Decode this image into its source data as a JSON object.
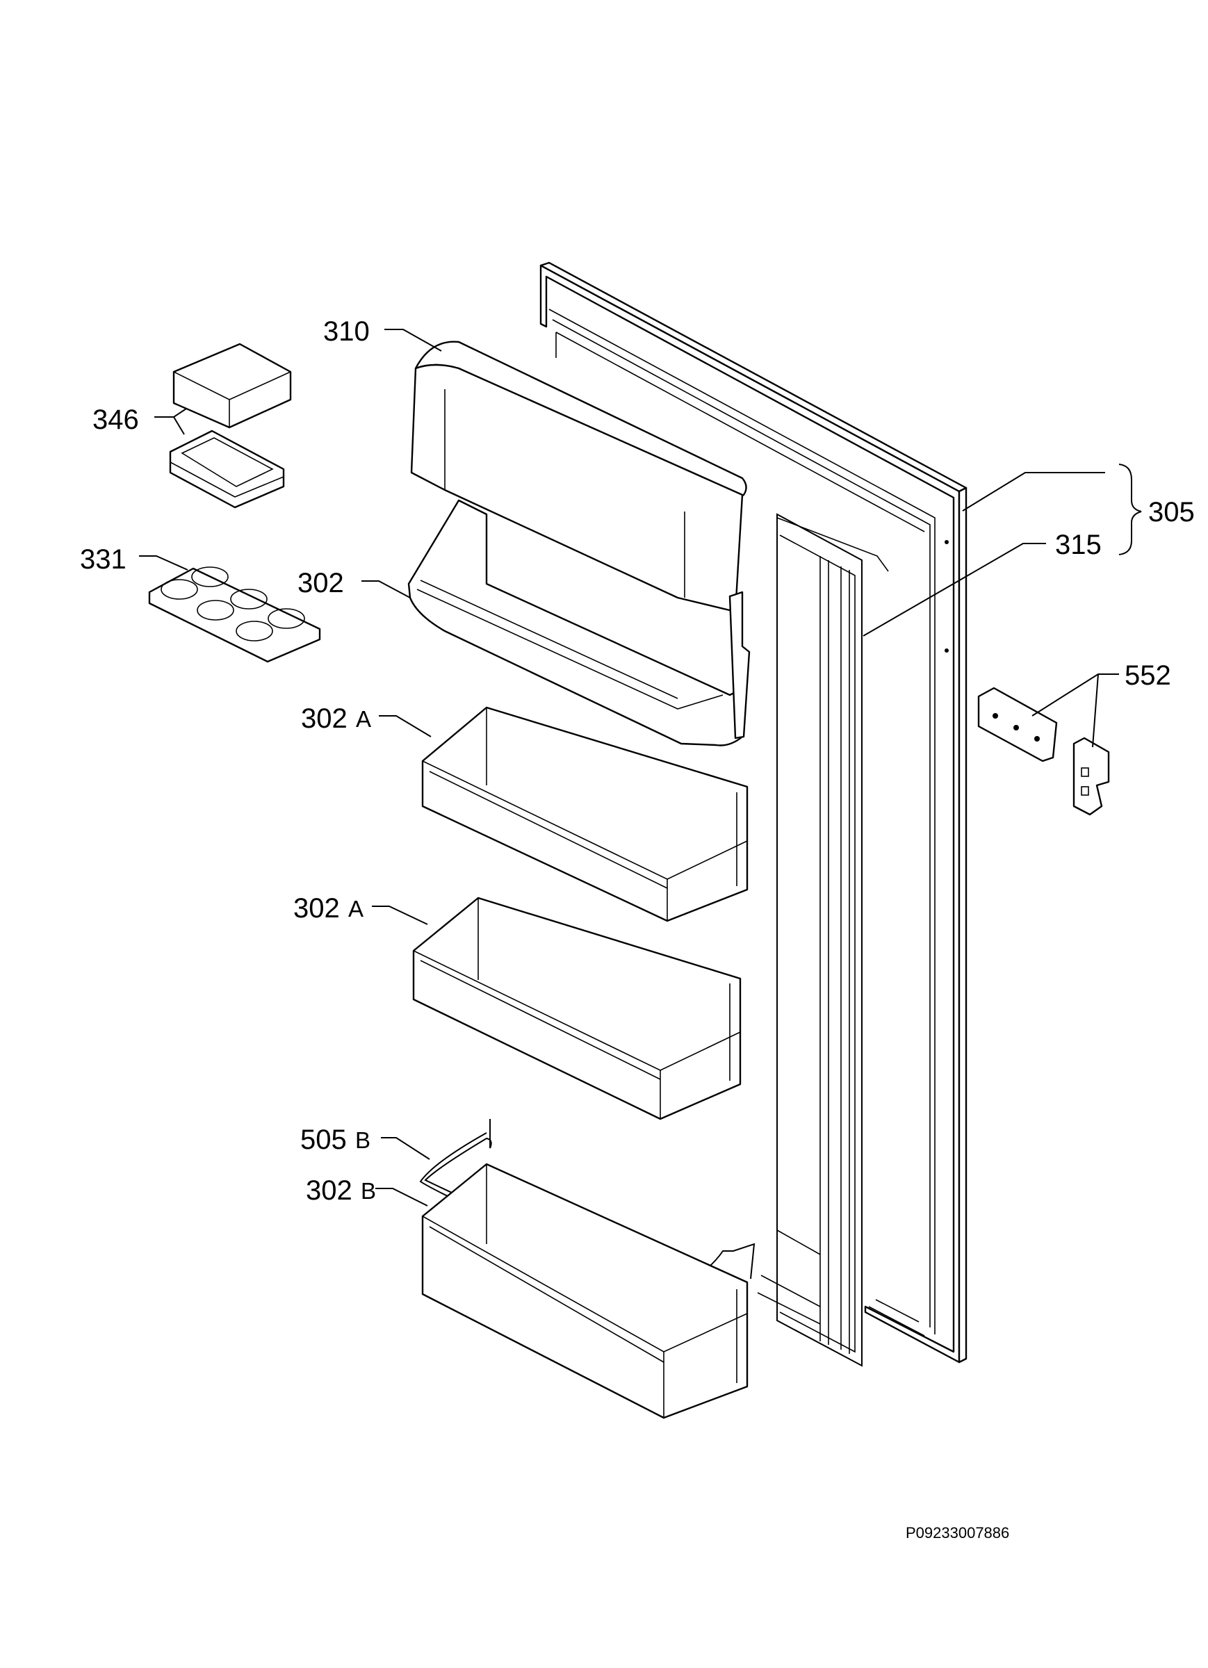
{
  "labels": {
    "door_shelf_lid": "310",
    "egg_box": "346",
    "egg_tray": "331",
    "top_shelf": "302",
    "shelf_a1": "302",
    "shelf_a1_suffix": "A",
    "shelf_a2": "302",
    "shelf_a2_suffix": "A",
    "bottle_guard": "505",
    "bottle_guard_suffix": "B",
    "bottle_shelf": "302",
    "bottle_shelf_suffix": "B",
    "door_assembly": "305",
    "door_gasket": "315",
    "hinge_set": "552"
  },
  "reference_code": "P09233007886"
}
